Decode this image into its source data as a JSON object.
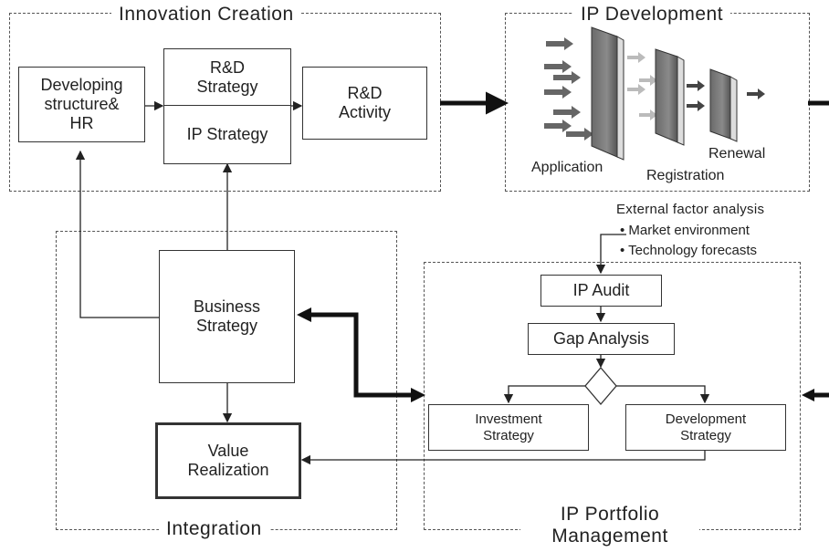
{
  "sections": {
    "innovation_creation": "Innovation Creation",
    "ip_development": "IP Development",
    "integration": "Integration",
    "ip_portfolio_management": "IP Portfolio Management"
  },
  "innovation": {
    "developing": "Developing structure& HR",
    "rd_strategy": "R&D Strategy",
    "ip_strategy": "IP Strategy",
    "rd_activity": "R&D Activity"
  },
  "ip_dev": {
    "application": "Application",
    "registration": "Registration",
    "renewal": "Renewal"
  },
  "integration": {
    "business_strategy": "Business Strategy",
    "value_realization": "Value Realization"
  },
  "external": {
    "title": "External factor analysis",
    "items": [
      "• Market environment",
      "• Technology forecasts"
    ]
  },
  "portfolio": {
    "ip_audit": "IP Audit",
    "gap_analysis": "Gap Analysis",
    "investment_strategy": "Investment Strategy",
    "development_strategy": "Development Strategy"
  }
}
